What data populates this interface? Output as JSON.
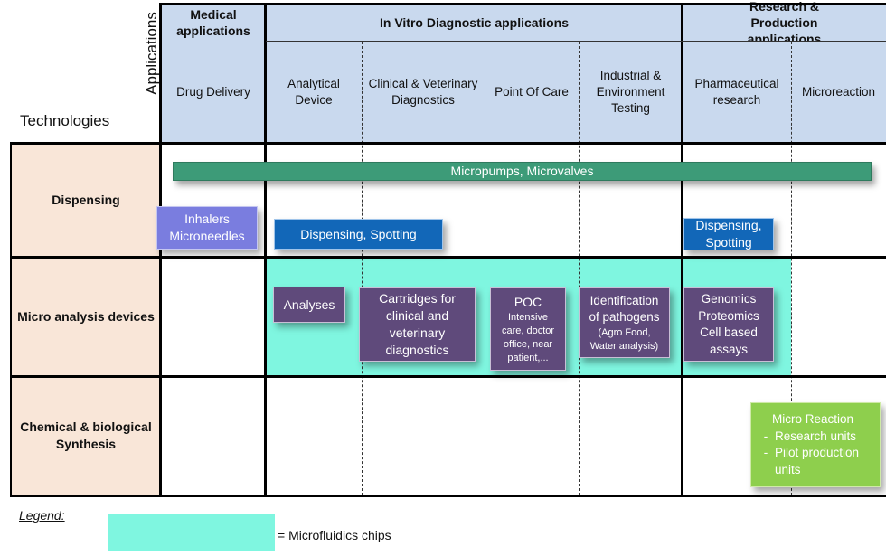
{
  "axis_labels": {
    "applications": "Applications",
    "technologies": "Technologies"
  },
  "header": {
    "groups": [
      "Medical applications",
      "In Vitro Diagnostic applications",
      "Research & Production applications"
    ],
    "columns": [
      "Drug Delivery",
      "Analytical Device",
      "Clinical & Veterinary Diagnostics",
      "Point Of Care",
      "Industrial & Environment Testing",
      "Pharmaceutical research",
      "Microreaction"
    ]
  },
  "rows": [
    "Dispensing",
    "Micro analysis devices",
    "Chemical & biological Synthesis"
  ],
  "boxes": {
    "micropumps": "Micropumps, Microvalves",
    "inhalers_l1": "Inhalers",
    "inhalers_l2": "Microneedles",
    "dispensing_spotting": "Dispensing, Spotting",
    "dispensing_r_l1": "Dispensing,",
    "dispensing_r_l2": "Spotting",
    "analyses": "Analyses",
    "cartridges": [
      "Cartridges for",
      "clinical  and",
      "veterinary",
      "diagnostics"
    ],
    "poc_title": "POC",
    "poc_detail": [
      "Intensive",
      "care, doctor",
      "office, near",
      "patient,..."
    ],
    "pathogens": [
      "Identification",
      "of pathogens"
    ],
    "pathogens_detail": [
      "(Agro Food,",
      "Water analysis)"
    ],
    "genomics": [
      "Genomics",
      "Proteomics",
      "Cell based",
      "assays"
    ],
    "micro_reaction_title": "Micro Reaction",
    "micro_reaction_items": [
      "Research units",
      "Pilot production units"
    ]
  },
  "legend": {
    "title": "Legend:",
    "text": "= Microfluidics chips"
  },
  "colors": {
    "header_bg": "#c9d9ee",
    "row_label_bg": "#f9e6d8",
    "microfluidics": "#7ff6e0",
    "purple_box": "#5f4a7b",
    "blue_box": "#1267b8",
    "lavender_box": "#7a7ddf",
    "green_bar": "#3d9b78",
    "light_green_box": "#8ecf4d"
  }
}
